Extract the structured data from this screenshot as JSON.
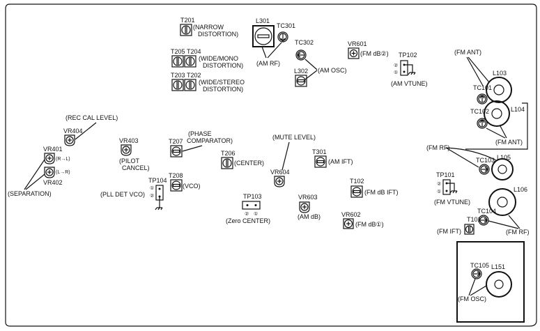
{
  "top": {
    "t201": "T201",
    "narrow_1": "(NARROW",
    "narrow_2": "DISTORTION)",
    "t205": "T205",
    "t204": "T204",
    "wide_mono_1": "(WIDE/MONO",
    "wide_mono_2": "DISTORTION)",
    "t203": "T203",
    "t202": "T202",
    "wide_stereo_1": "(WIDE/STEREO",
    "wide_stereo_2": "DISTORTION)",
    "l301": "L301",
    "tc301": "TC301",
    "am_rf": "(AM RF)",
    "tc302": "TC302",
    "l302": "L302",
    "am_osc": "(AM OSC)",
    "vr601": "VR601",
    "fm_db2": "(FM dB②)",
    "tp102": "TP102",
    "tp102_pin2": "②",
    "tp102_pin1": "①",
    "am_vtune": "(AM VTUNE)"
  },
  "left": {
    "rec_cal": "(REC CAL LEVEL)",
    "vr404": "VR404",
    "vr401": "VR401",
    "r_to_l": "(R→L)",
    "vr402": "VR402",
    "l_to_r": "(L→R)",
    "separation": "(SEPARATION)",
    "vr403": "VR403",
    "pilot_1": "(PILOT",
    "pilot_2": "CANCEL)",
    "t207": "T207",
    "phase_1": "(PHASE",
    "phase_2": "COMPARATOR)",
    "t208": "T208",
    "vco": "(VCO)",
    "tp104": "TP104",
    "tp104_pin1": "①",
    "tp104_pin2": "②",
    "pll": "(PLL DET VCO)"
  },
  "center": {
    "t206": "T206",
    "center": "(CENTER)",
    "mute": "(MUTE LEVEL)",
    "vr604": "VR604",
    "t301": "T301",
    "am_ift": "(AM IFT)",
    "t102": "T102",
    "fm_db_ift": "(FM dB IFT)",
    "tp103": "TP103",
    "tp103_pin2": "②",
    "tp103_pin1": "①",
    "zero_center": "(Zero CENTER)",
    "vr603": "VR603",
    "am_db": "(AM dB)",
    "vr602": "VR602",
    "fm_db1": "(FM dB①)"
  },
  "right": {
    "fm_ant_top": "(FM ANT)",
    "l103": "L103",
    "tc101": "TC101",
    "l104": "L104",
    "tc102": "TC102",
    "fm_ant_bottom": "(FM ANT)",
    "fm_rf_top": "(FM RF)",
    "l105": "L105",
    "tc103": "TC103",
    "tp101": "TP101",
    "tp101_pin2": "②",
    "tp101_pin1": "①",
    "fm_vtune": "(FM VTUNE)",
    "l106": "L106",
    "tc104": "TC104",
    "fm_rf_bottom": "(FM RF)",
    "t101": "T101",
    "fm_ift": "(FM IFT)",
    "tc105": "TC105",
    "l151": "L151",
    "fm_osc": "(FM OSC)"
  }
}
